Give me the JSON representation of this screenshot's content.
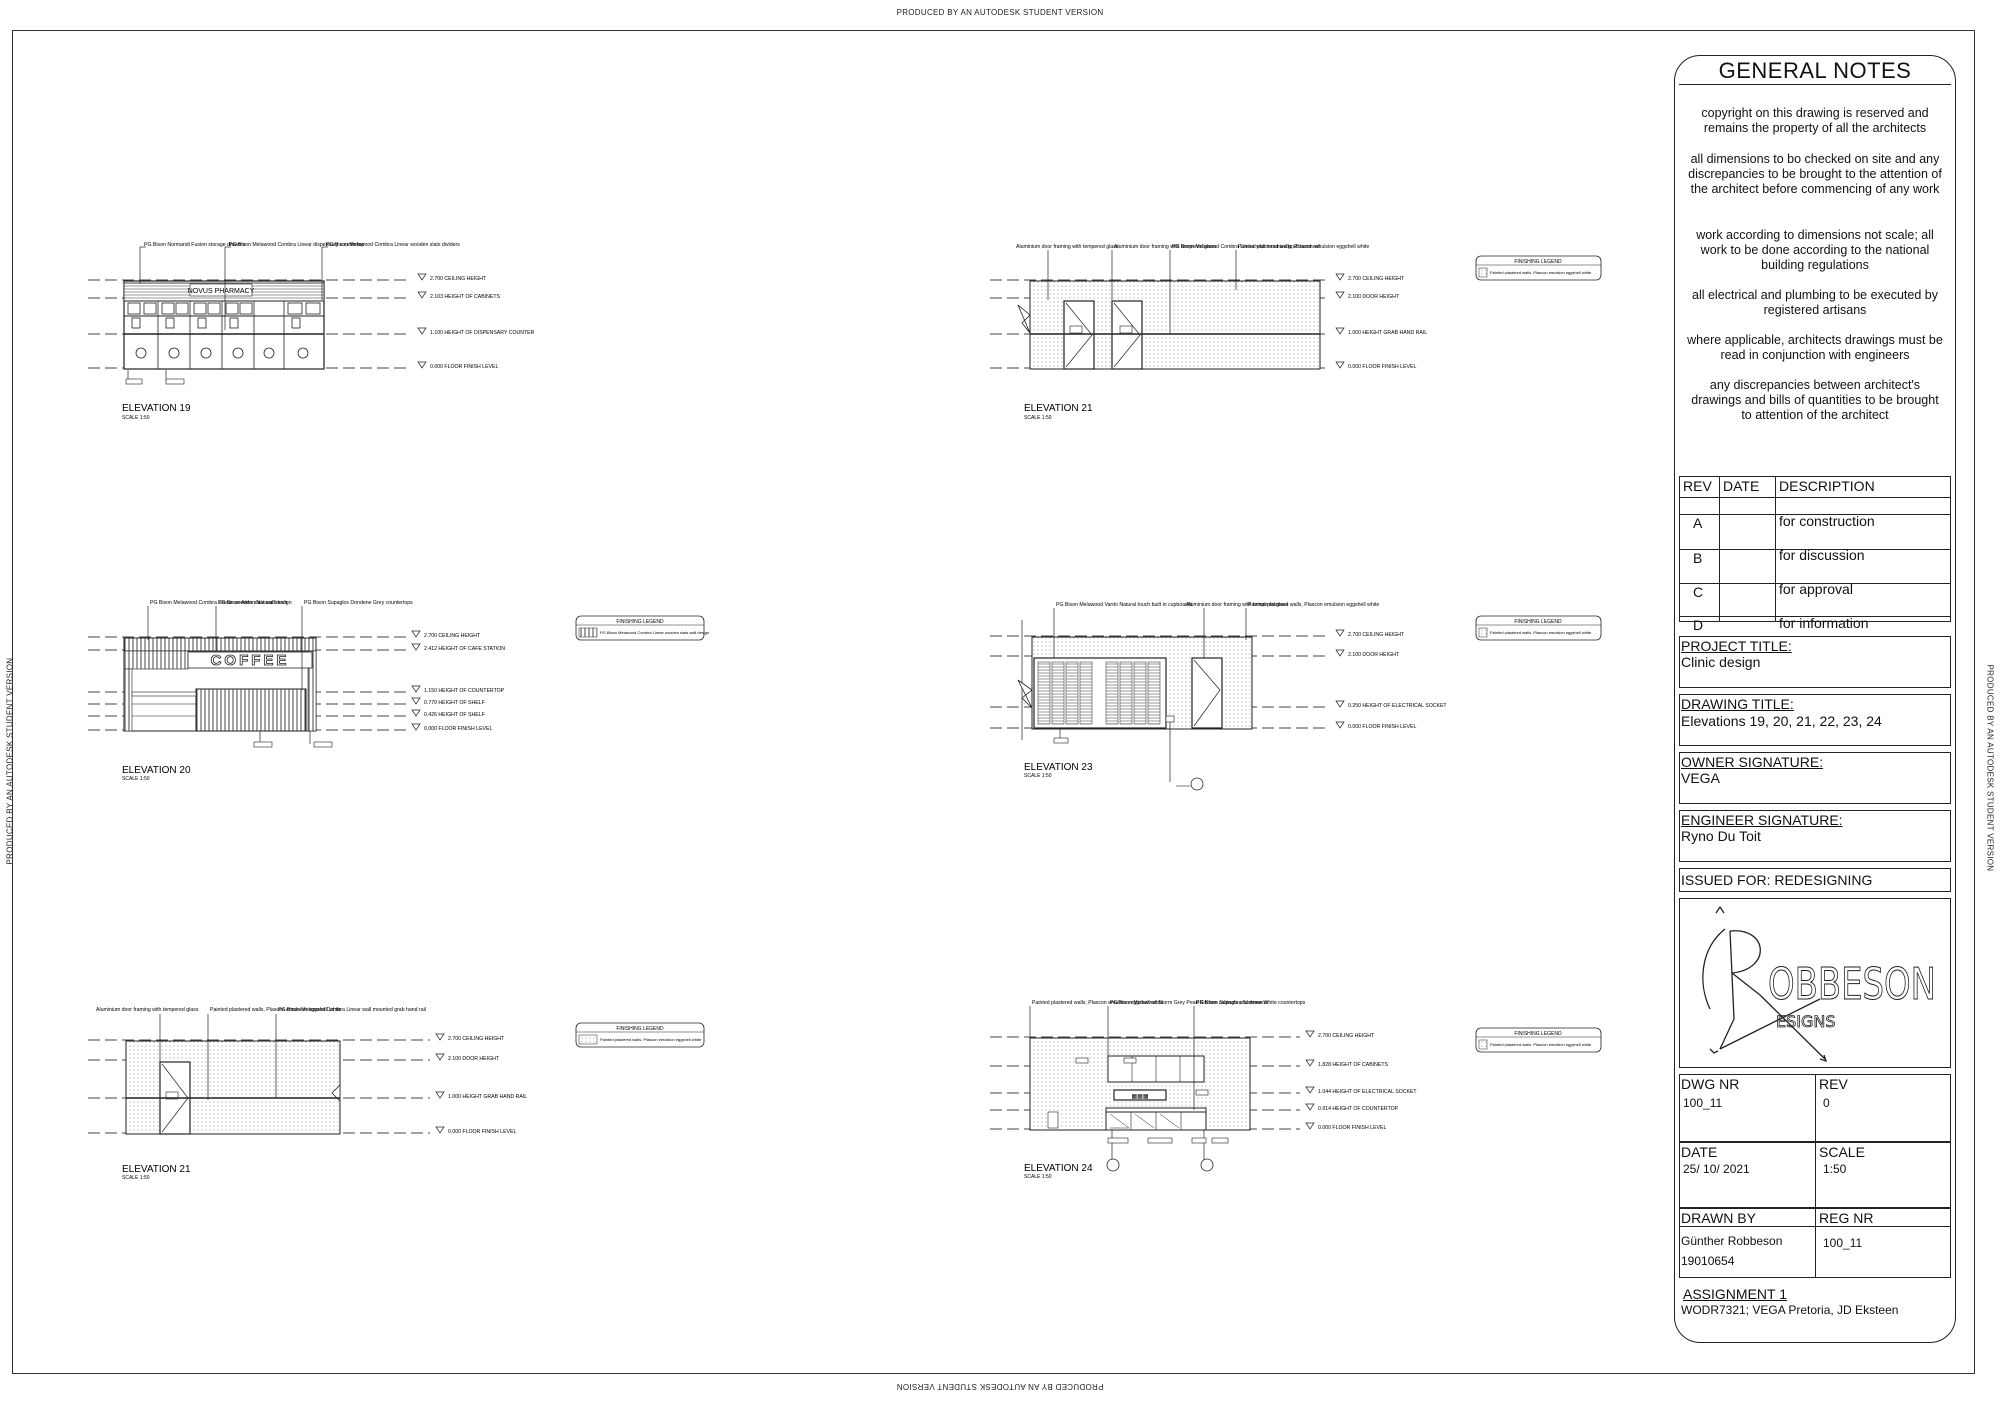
{
  "watermark": "PRODUCED BY AN AUTODESK STUDENT VERSION",
  "elevations": [
    {
      "title": "ELEVATION 19",
      "scale": "SCALE 1:50",
      "callouts": [
        "PG Bison Normandi Fusion storage drawers",
        "PG Bison Melawood Combra Linear dispensary countertop",
        "PG Bison Melawood Combra Linear wooden slats dividers"
      ],
      "levels": [
        "2.700 CEILING HEIGHT",
        "2.103 HEIGHT OF CABINETS",
        "1.100 HEIGHT OF DISPENSARY COUNTER",
        "0.000 FLOOR FINISH LEVEL"
      ],
      "sign": "NOVUS PHARMACY"
    },
    {
      "title": "ELEVATION 21",
      "scale": "SCALE 1:50",
      "callouts": [
        "Aluminium door framing with tempered glass",
        "Aluminium door framing with tempered glass",
        "PG Bison Melawood Combra Linear wall mounted grab hand rail",
        "Painted plastered walls, Plascon emulsion eggshell white"
      ],
      "levels": [
        "2.700 CEILING HEIGHT",
        "2.100 DOOR HEIGHT",
        "1.000 HEIGHT GRAB HAND RAIL",
        "0.000 FLOOR FINISH LEVEL"
      ]
    },
    {
      "title": "ELEVATION 20",
      "scale": "SCALE 1:50",
      "callouts": [
        "PG Bison Melawood Combra Linear wooden slats wall design",
        "PG Bison Ardon Natural touch",
        "PG Bison Supaglos Dondene Grey countertops"
      ],
      "levels": [
        "2.700 CEILING HEIGHT",
        "2.412 HEIGHT OF CAFE STATION",
        "1.150 HEIGHT OF COUNTERTOP",
        "0.770 HEIGHT OF SHELF",
        "0.426 HEIGHT OF SHELF",
        "0.000 FLOOR FINISH LEVEL"
      ],
      "sign": "COFFEE"
    },
    {
      "title": "ELEVATION 23",
      "scale": "SCALE 1:50",
      "callouts": [
        "PG Bison Melawood Vardo Natural touch built in cupboards",
        "Aluminium door framing with tempered glass",
        "Painted plastered walls, Plascon emulsion eggshell white"
      ],
      "levels": [
        "2.700 CEILING HEIGHT",
        "2.100 DOOR HEIGHT",
        "0.250 HEIGHT OF ELECTRICAL SOCKET",
        "0.000 FLOOR FINISH LEVEL"
      ]
    },
    {
      "title": "ELEVATION 21",
      "scale": "SCALE 1:50",
      "callouts": [
        "Aluminium door framing with tempered glass",
        "Painted plastered walls, Plascon emulsion eggshell white",
        "PG Bison Melawood Combra Linear wall mounted grab hand rail"
      ],
      "levels": [
        "2.700 CEILING HEIGHT",
        "2.100 DOOR HEIGHT",
        "1.000 HEIGHT GRAB HAND RAIL",
        "0.000 FLOOR FINISH LEVEL"
      ]
    },
    {
      "title": "ELEVATION 24",
      "scale": "SCALE 1:50",
      "callouts": [
        "Painted plastered walls, Plascon emulsion eggshell white",
        "PG Bison Melawood Storm Grey Pearl Kitchen cabinets and drawers",
        "PG Bison Supaglos Summer White countertops"
      ],
      "levels": [
        "2.700 CEILING HEIGHT",
        "1.828 HEIGHT OF CABINETS",
        "1.044 HEIGHT OF ELECTRICAL SOCKET",
        "0.914 HEIGHT OF COUNTERTOP",
        "0.000 FLOOR FINISH LEVEL"
      ]
    }
  ],
  "finishing_legends": [
    {
      "title": "FINISHING LEGEND",
      "item": "Painted plastered walls. Plascon emulsion eggshell white"
    },
    {
      "title": "FINISHING LEGEND",
      "item": "PG Bison Melawood Combra Linear wooden slats wall design"
    },
    {
      "title": "FINISHING LEGEND",
      "item": "Painted plastered walls. Plascon emulsion eggshell white"
    },
    {
      "title": "FINISHING LEGEND",
      "item": "Painted plastered walls. Plascon emulsion eggshell white"
    },
    {
      "title": "FINISHING LEGEND",
      "item": "Painted plastered walls. Plascon emulsion eggshell white"
    }
  ],
  "general_notes": {
    "title": "GENERAL NOTES",
    "notes": [
      "copyright on this drawing is reserved and remains the property of all the architects",
      "all dimensions to bo checked on site and any discrepancies to be brought to the attention of the architect before commencing of any work",
      "work according to dimensions not scale; all work to be done according to the national building regulations",
      "all electrical and plumbing to be executed by registered artisans",
      "where applicable, architects drawings must be read in conjunction with engineers",
      "any discrepancies between architect's drawings and bills of quantities to be brought to attention of the architect"
    ]
  },
  "revisions": {
    "headers": [
      "REV",
      "DATE",
      "DESCRIPTION"
    ],
    "rows": [
      {
        "rev": "A",
        "date": "",
        "description": "for construction"
      },
      {
        "rev": "B",
        "date": "",
        "description": "for discussion"
      },
      {
        "rev": "C",
        "date": "",
        "description": "for approval"
      },
      {
        "rev": "D",
        "date": "",
        "description": "for information"
      }
    ]
  },
  "project": {
    "project_title_label": "PROJECT TITLE:",
    "project_title": "Clinic design",
    "drawing_title_label": "DRAWING TITLE:",
    "drawing_title": "Elevations 19, 20, 21, 22, 23, 24",
    "owner_label": "OWNER SIGNATURE:",
    "owner": "VEGA",
    "engineer_label": "ENGINEER SIGNATURE:",
    "engineer": "Ryno Du Toit",
    "issued_for": "ISSUED FOR: REDESIGNING"
  },
  "logo": {
    "main": "OBBESON",
    "sub": "ESIGNS"
  },
  "sheet": {
    "dwg_nr_label": "DWG NR",
    "dwg_nr": "100_11",
    "rev_label": "REV",
    "rev": "0",
    "date_label": "DATE",
    "date": "25/ 10/ 2021",
    "scale_label": "SCALE",
    "scale": "1:50",
    "drawn_by_label": "DRAWN BY",
    "drawn_by": "Günther Robbeson",
    "student_nr": "19010654",
    "reg_nr_label": "REG NR",
    "reg_nr": "100_11",
    "assignment": "ASSIGNMENT 1",
    "assignment_detail": "WODR7321; VEGA Pretoria, JD Eksteen"
  }
}
